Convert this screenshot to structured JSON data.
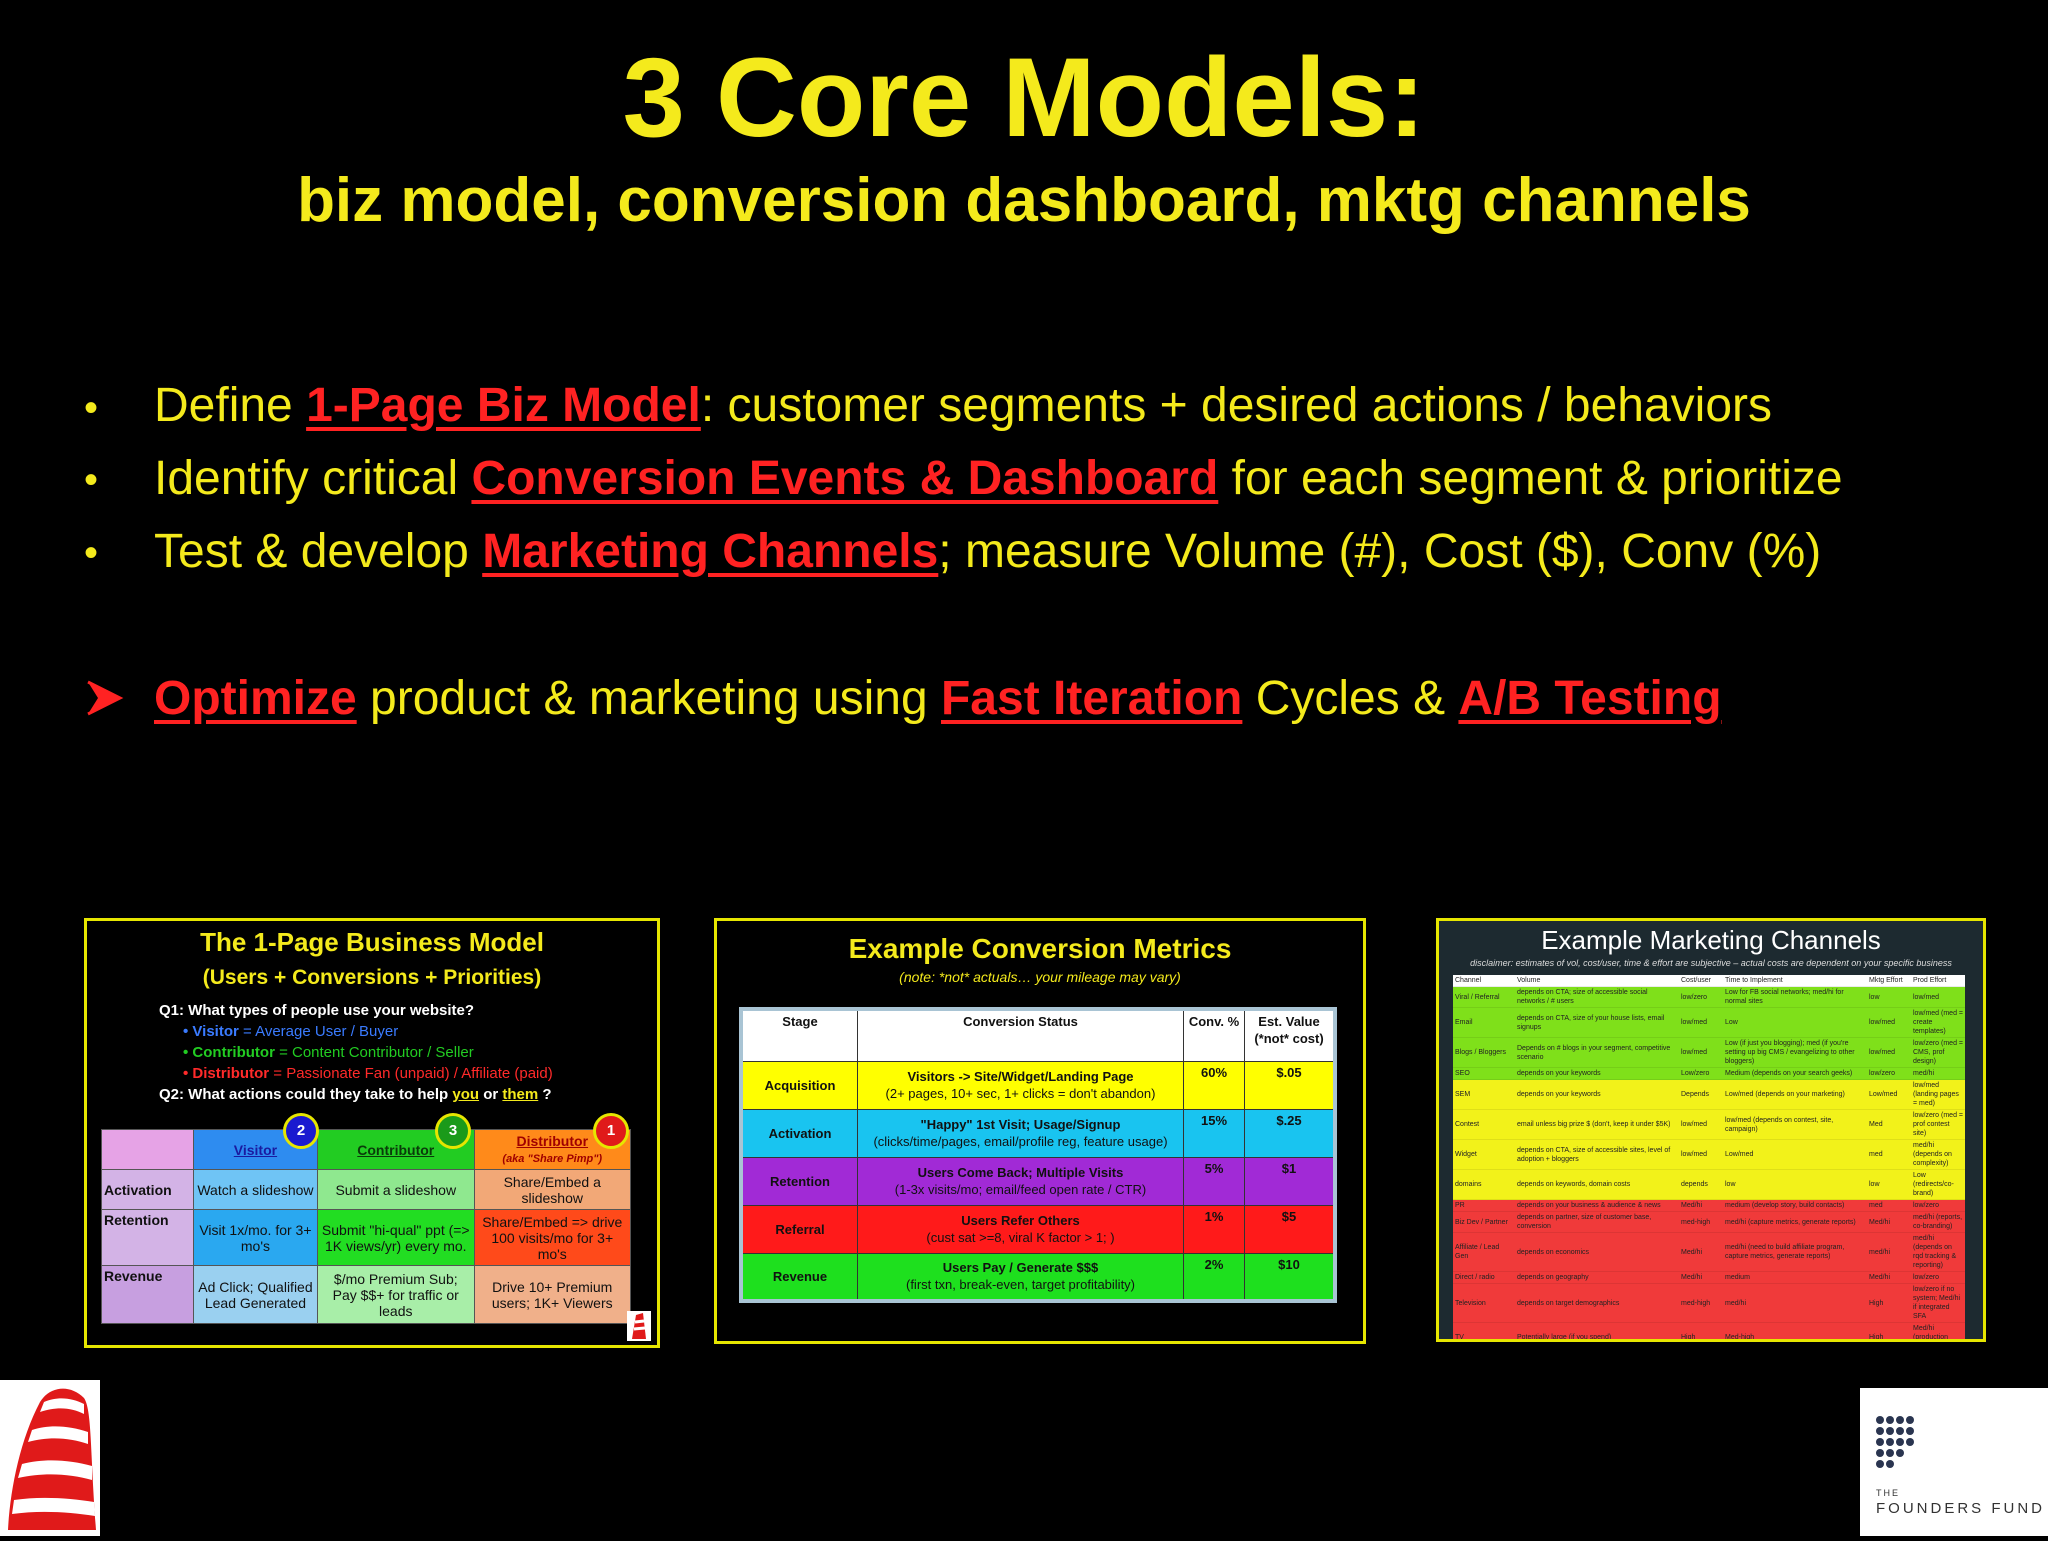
{
  "title": "3 Core Models:",
  "subtitle": "biz model, conversion dashboard, mktg channels",
  "bullets": [
    {
      "pre": "Define ",
      "link": "1-Page Biz Model",
      "post": ": customer segments + desired actions / behaviors"
    },
    {
      "pre": "Identify critical ",
      "link": "Conversion Events & Dashboard",
      "post": " for each segment & prioritize"
    },
    {
      "pre": "Test & develop ",
      "link": "Marketing Channels",
      "post": "; measure Volume (#), Cost ($), Conv (%)"
    }
  ],
  "arrow_bullet": {
    "link1": "Optimize",
    "t1": " product & marketing using ",
    "link2": "Fast Iteration",
    "t2": " Cycles & ",
    "link3": "A/B Testing"
  },
  "thumb_a": {
    "title": "The 1-Page Business Model",
    "subtitle": "(Users + Conversions + Priorities)",
    "q1": "Q1: What types of people use your website?",
    "visitor": "Visitor",
    "visitor_desc": " = Average User / Buyer",
    "contributor": "Contributor",
    "contributor_desc": " = Content Contributor / Seller",
    "distributor": "Distributor",
    "distributor_desc": " = Passionate Fan (unpaid) / Affiliate (paid)",
    "q2_pre": "Q2: What actions could they take to help ",
    "q2_you": "you",
    "q2_or": " or ",
    "q2_them": "them",
    "q2_end": " ?",
    "col_visitor": "Visitor",
    "col_contributor": "Contributor",
    "col_distributor": "Distributor",
    "col_distributor_aka": "(aka \"Share Pimp\")",
    "badges": [
      "2",
      "3",
      "1"
    ],
    "rows": [
      {
        "label": "Activation",
        "c1": "Watch a slideshow",
        "c2": "Submit a slideshow",
        "c3": "Share/Embed a slideshow"
      },
      {
        "label": "Retention",
        "c1": "Visit 1x/mo. for 3+ mo's",
        "c2": "Submit \"hi-qual\" ppt (=> 1K views/yr) every mo.",
        "c3": "Share/Embed => drive 100 visits/mo for 3+ mo's"
      },
      {
        "label": "Revenue",
        "c1": "Ad Click; Qualified Lead Generated",
        "c2": "$/mo Premium Sub; Pay $$+ for traffic or leads",
        "c3": "Drive 10+ Premium users; 1K+ Viewers"
      }
    ]
  },
  "thumb_b": {
    "title": "Example Conversion Metrics",
    "subtitle": "(note: *not* actuals… your mileage may vary)",
    "headers": [
      "Stage",
      "Conversion Status",
      "Conv. %",
      "Est. Value (*not* cost)"
    ],
    "rows": [
      {
        "stage": "Acquisition",
        "status": "Visitors -> Site/Widget/Landing Page",
        "detail": "(2+ pages, 10+ sec, 1+ clicks = don't abandon)",
        "conv": "60%",
        "value": "$.05",
        "color": "#ffff00"
      },
      {
        "stage": "Activation",
        "status": "\"Happy\" 1st Visit; Usage/Signup",
        "detail": "(clicks/time/pages, email/profile reg, feature usage)",
        "conv": "15%",
        "value": "$.25",
        "color": "#19c4f0"
      },
      {
        "stage": "Retention",
        "status": "Users Come Back; Multiple Visits",
        "detail": "(1-3x visits/mo; email/feed open rate / CTR)",
        "conv": "5%",
        "value": "$1",
        "color": "#a12ad6"
      },
      {
        "stage": "Referral",
        "status": "Users Refer Others",
        "detail": "(cust sat >=8, viral K factor > 1; )",
        "conv": "1%",
        "value": "$5",
        "color": "#ff1a1a"
      },
      {
        "stage": "Revenue",
        "status": "Users Pay / Generate $$$",
        "detail": "(first txn, break-even, target profitability)",
        "conv": "2%",
        "value": "$10",
        "color": "#1ee01e"
      }
    ]
  },
  "thumb_c": {
    "title": "Example Marketing Channels",
    "disclaimer": "disclaimer: estimates of vol, cost/user, time & effort are subjective – actual costs are dependent on your specific business",
    "headers": [
      "Channel",
      "Volume",
      "Cost/user",
      "Time to Implement",
      "Mktg Effort",
      "Prod Effort"
    ],
    "rows": [
      {
        "c": [
          "Viral / Referral",
          "depends on CTA; size of accessible social networks / # users",
          "low/zero",
          "Low for FB social networks; med/hi for normal sites",
          "low",
          "low/med"
        ],
        "color": "#7fe01a"
      },
      {
        "c": [
          "Email",
          "depends on CTA, size of your house lists, email signups",
          "low/med",
          "Low",
          "low/med",
          "low/med (med = create templates)"
        ],
        "color": "#7fe01a"
      },
      {
        "c": [
          "Blogs / Bloggers",
          "Depends on # blogs in your segment, competitive scenario",
          "low/med",
          "Low (if just you blogging); med (if you're setting up big CMS / evangelizing to other bloggers)",
          "low/med",
          "low/zero (med = CMS, prof design)"
        ],
        "color": "#7fe01a"
      },
      {
        "c": [
          "SEO",
          "depends on your keywords",
          "Low/zero",
          "Medium (depends on your search geeks)",
          "low/zero",
          "med/hi"
        ],
        "color": "#7fe01a"
      },
      {
        "c": [
          "SEM",
          "depends on your keywords",
          "Depends",
          "Low/med (depends on your marketing)",
          "Low/med",
          "low/med (landing pages = med)"
        ],
        "color": "#f2f21a"
      },
      {
        "c": [
          "Contest",
          "email unless big prize $ (don't, keep it under $5K)",
          "low/med",
          "low/med (depends on contest, site, campaign)",
          "Med",
          "low/zero (med = prof contest site)"
        ],
        "color": "#f2f21a"
      },
      {
        "c": [
          "Widget",
          "depends on CTA, size of accessible sites, level of adoption + bloggers",
          "low/med",
          "Low/med",
          "med",
          "med/hi (depends on complexity)"
        ],
        "color": "#f2f21a"
      },
      {
        "c": [
          "domains",
          "depends on keywords, domain costs",
          "depends",
          "low",
          "low",
          "Low (redirects/co-brand)"
        ],
        "color": "#f2f21a"
      },
      {
        "c": [
          "PR",
          "depends on your business & audience & news",
          "Med/hi",
          "medium (develop story, build contacts)",
          "med",
          "low/zero"
        ],
        "color": "#f03a3a"
      },
      {
        "c": [
          "Biz Dev / Partner",
          "depends on partner, size of customer base, conversion",
          "med-high",
          "med/hi (capture metrics, generate reports)",
          "Med/hi",
          "med/hi (reports, co-branding)"
        ],
        "color": "#f03a3a"
      },
      {
        "c": [
          "Affiliate / Lead Gen",
          "depends on economics",
          "Med/hi",
          "med/hi (need to build affiliate program, capture metrics, generate reports)",
          "med/hi",
          "med/hi (depends on rqd tracking & reporting)"
        ],
        "color": "#f03a3a"
      },
      {
        "c": [
          "Direct / radio",
          "depends on geography",
          "Med/hi",
          "medium",
          "Med/hi",
          "low/zero"
        ],
        "color": "#f03a3a"
      },
      {
        "c": [
          "Television",
          "depends on target demographics",
          "med-high",
          "med/hi",
          "High",
          "low/zero if no system; Med/hi if integrated SFA"
        ],
        "color": "#f03a3a"
      },
      {
        "c": [
          "TV",
          "Potentially large (if you spend)",
          "High",
          "Med-high",
          "High",
          "Med/hi (production cost)"
        ],
        "color": "#f03a3a"
      }
    ]
  },
  "logo_text": {
    "small": "THE",
    "big": "FOUNDERS FUND"
  },
  "colors": {
    "yellow": "#f4ea1c",
    "red": "#ff2222",
    "background": "#000000"
  }
}
